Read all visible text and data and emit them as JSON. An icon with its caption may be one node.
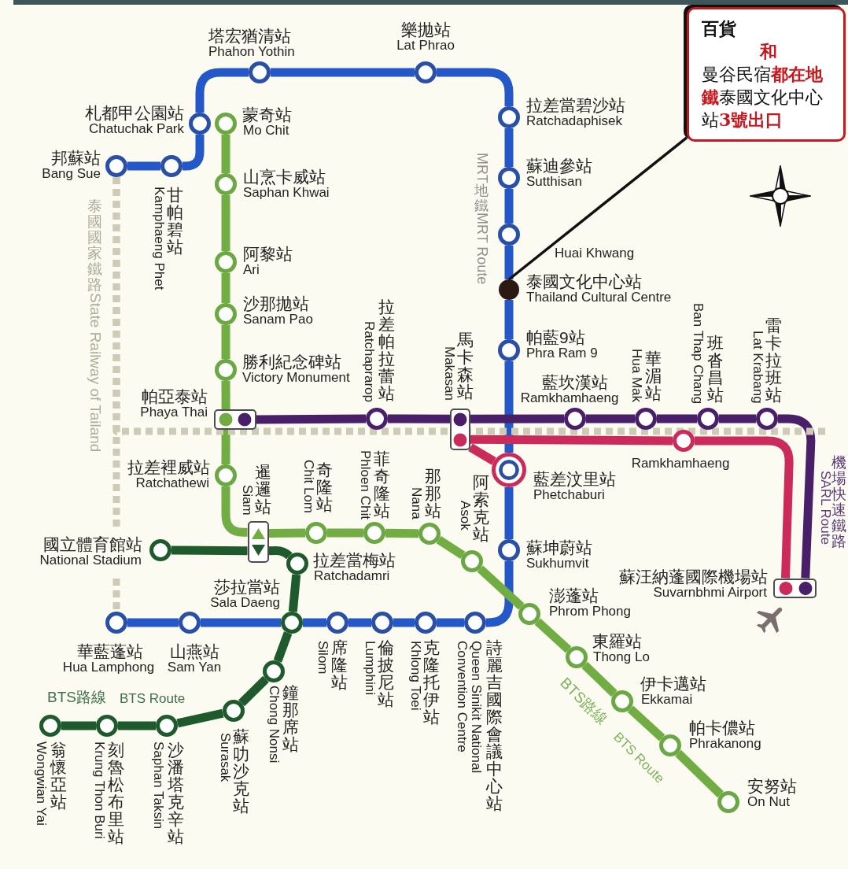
{
  "diagram": {
    "nodes": [
      {
        "text": [],
        "shape": "circle",
        "beside": [
          "邦蘇站",
          "Bang Sue"
        ]
      },
      {
        "text": [],
        "shape": "circle",
        "beside": [
          "甘帕碧站",
          "Kamphaeng Phet"
        ]
      },
      {
        "text": [],
        "shape": "circle",
        "beside": [
          "札都甲公園站",
          "Chatuchak Park"
        ]
      },
      {
        "text": [],
        "shape": "circle",
        "beside": [
          "塔宏猶清站",
          "Phahon Yothin"
        ]
      },
      {
        "text": [],
        "shape": "circle",
        "beside": [
          "樂拋站",
          "Lat Phrao"
        ]
      },
      {
        "text": [],
        "shape": "circle",
        "beside": [
          "拉差當碧沙站",
          "Ratchadaphisek"
        ]
      },
      {
        "text": [],
        "shape": "circle",
        "beside": [
          "蘇迪參站",
          "Sutthisan"
        ]
      },
      {
        "text": [],
        "shape": "circle",
        "beside": [
          "Huai Khwang"
        ]
      },
      {
        "text": [],
        "shape": "circle",
        "beside": [
          "泰國文化中心站",
          "Thailand Cultural Centre"
        ]
      },
      {
        "text": [],
        "shape": "circle",
        "beside": [
          "帕藍9站",
          "Phra Ram 9"
        ]
      },
      {
        "text": [],
        "shape": "circle",
        "beside": [
          "藍差汶里站",
          "Phetchaburi"
        ]
      },
      {
        "text": [],
        "shape": "circle",
        "beside": [
          "蘇坤蔚站",
          "Sukhumvit"
        ]
      },
      {
        "text": [],
        "shape": "circle",
        "beside": [
          "詩麗吉國際會議中心站",
          "Queen Sinikit National Convention Centre"
        ]
      },
      {
        "text": [],
        "shape": "circle",
        "beside": [
          "克隆托伊站",
          "Khlong Toei"
        ]
      },
      {
        "text": [],
        "shape": "circle",
        "beside": [
          "倫披尼站",
          "Lumphini"
        ]
      },
      {
        "text": [],
        "shape": "circle",
        "beside": [
          "席隆站",
          "Silom"
        ]
      },
      {
        "text": [],
        "shape": "circle",
        "beside": [
          "莎拉當站",
          "Sala Daeng"
        ]
      },
      {
        "text": [],
        "shape": "circle",
        "beside": [
          "山燕站",
          "Sam Yan"
        ]
      },
      {
        "text": [],
        "shape": "circle",
        "beside": [
          "華藍蓬站",
          "Hua Lamphong"
        ]
      },
      {
        "text": [],
        "shape": "circle",
        "beside": [
          "蒙奇站",
          "Mo Chit"
        ]
      },
      {
        "text": [],
        "shape": "circle",
        "beside": [
          "山烹卡威站",
          "Saphan Khwai"
        ]
      },
      {
        "text": [],
        "shape": "circle",
        "beside": [
          "阿黎站",
          "Ari"
        ]
      },
      {
        "text": [],
        "shape": "circle",
        "beside": [
          "沙那拋站",
          "Sanam Pao"
        ]
      },
      {
        "text": [],
        "shape": "circle",
        "beside": [
          "勝利紀念碑站",
          "Victory Monument"
        ]
      },
      {
        "text": [],
        "shape": "box",
        "beside": [
          "帕亞泰站",
          "Phaya Thai"
        ]
      },
      {
        "text": [],
        "shape": "circle",
        "beside": [
          "拉差裡威站",
          "Ratchathewi"
        ]
      },
      {
        "text": [],
        "shape": "box",
        "beside": [
          "暹邏站",
          "Siam"
        ]
      },
      {
        "text": [],
        "shape": "circle",
        "beside": [
          "奇隆站",
          "Chit Lom"
        ]
      },
      {
        "text": [],
        "shape": "circle",
        "beside": [
          "菲奇隆站",
          "Phloen Chit"
        ]
      },
      {
        "text": [],
        "shape": "circle",
        "beside": [
          "那那站",
          "Nana"
        ]
      },
      {
        "text": [],
        "shape": "circle",
        "beside": [
          "阿索克站",
          "Asok"
        ]
      },
      {
        "text": [],
        "shape": "circle",
        "beside": [
          "澎蓬站",
          "Phrom Phong"
        ]
      },
      {
        "text": [],
        "shape": "circle",
        "beside": [
          "東羅站",
          "Thong Lo"
        ]
      },
      {
        "text": [],
        "shape": "circle",
        "beside": [
          "伊卡邁站",
          "Ekkamai"
        ]
      },
      {
        "text": [],
        "shape": "circle",
        "beside": [
          "帕卡儂站",
          "Phrakanong"
        ]
      },
      {
        "text": [],
        "shape": "circle",
        "beside": [
          "安努站",
          "On Nut"
        ]
      },
      {
        "text": [],
        "shape": "circle",
        "beside": [
          "國立體育館站",
          "National Stadium"
        ]
      },
      {
        "text": [],
        "shape": "circle",
        "beside": [
          "拉差當梅站",
          "Ratchadamri"
        ]
      },
      {
        "text": [],
        "shape": "circle",
        "beside": [
          "鐘那席站",
          "Chong Nonsi"
        ]
      },
      {
        "text": [],
        "shape": "circle",
        "beside": [
          "蘇叻沙克站",
          "Surasak"
        ]
      },
      {
        "text": [],
        "shape": "circle",
        "beside": [
          "沙潘塔克辛站",
          "Saphan Taksin"
        ]
      },
      {
        "text": [],
        "shape": "circle",
        "beside": [
          "刻魯松布里站",
          "Krung Thon Buri"
        ]
      },
      {
        "text": [],
        "shape": "circle",
        "beside": [
          "翁懷亞站",
          "Wongwian Yai"
        ]
      },
      {
        "text": [],
        "shape": "circle",
        "beside": [
          "拉差帕拉蕾站",
          "Ratchaprarop"
        ]
      },
      {
        "text": [],
        "shape": "box",
        "beside": [
          "馬卡森站",
          "Makasan"
        ]
      },
      {
        "text": [],
        "shape": "circle",
        "beside": [
          "藍坎漢站",
          "Ramkhamhaeng"
        ]
      },
      {
        "text": [],
        "shape": "circle",
        "beside": [
          "華湄站",
          "Hua Mak"
        ]
      },
      {
        "text": [],
        "shape": "circle",
        "beside": [
          "班沓昌站",
          "Ban Thap Chang"
        ]
      },
      {
        "text": [],
        "shape": "circle",
        "beside": [
          "雷卡拉班站",
          "Lat Krabang"
        ]
      },
      {
        "text": [],
        "shape": "box",
        "beside": [
          "蘇汪納蓬國際機場站",
          "Suvarnbhmi Airport"
        ]
      },
      {
        "text": [],
        "shape": "circle",
        "beside": [
          "Ramkhamhaeng"
        ]
      },
      {
        "text": [
          "百貨",
          "和",
          "曼谷民宿**都在地鐵**泰國文化中心站**3號出口**"
        ]
      }
    ],
    "edges": [
      {
        "from": 0,
        "to": 1,
        "arrow": "none"
      },
      {
        "from": 1,
        "to": 2,
        "arrow": "none"
      },
      {
        "from": 2,
        "to": 3,
        "arrow": "none"
      },
      {
        "from": 3,
        "to": 4,
        "arrow": "none"
      },
      {
        "from": 4,
        "to": 5,
        "arrow": "none"
      },
      {
        "from": 5,
        "to": 6,
        "arrow": "none"
      },
      {
        "from": 6,
        "to": 7,
        "arrow": "none"
      },
      {
        "from": 7,
        "to": 8,
        "arrow": "none"
      },
      {
        "from": 8,
        "to": 9,
        "arrow": "none"
      },
      {
        "from": 9,
        "to": 10,
        "arrow": "none"
      },
      {
        "from": 10,
        "to": 11,
        "arrow": "none"
      },
      {
        "from": 11,
        "to": 12,
        "arrow": "none"
      },
      {
        "from": 12,
        "to": 13,
        "arrow": "none"
      },
      {
        "from": 13,
        "to": 14,
        "arrow": "none"
      },
      {
        "from": 14,
        "to": 15,
        "arrow": "none"
      },
      {
        "from": 15,
        "to": 16,
        "arrow": "none"
      },
      {
        "from": 16,
        "to": 17,
        "arrow": "none"
      },
      {
        "from": 17,
        "to": 18,
        "arrow": "none"
      },
      {
        "from": 19,
        "to": 20,
        "arrow": "none",
        "color": "#72ad43"
      },
      {
        "from": 20,
        "to": 21,
        "arrow": "none",
        "color": "#72ad43"
      },
      {
        "from": 21,
        "to": 22,
        "arrow": "none",
        "color": "#72ad43"
      },
      {
        "from": 22,
        "to": 23,
        "arrow": "none",
        "color": "#72ad43"
      },
      {
        "from": 23,
        "to": 24,
        "arrow": "none",
        "color": "#72ad43"
      },
      {
        "from": 24,
        "to": 25,
        "arrow": "none",
        "color": "#72ad43"
      },
      {
        "from": 25,
        "to": 26,
        "arrow": "none",
        "color": "#72ad43"
      },
      {
        "from": 26,
        "to": 27,
        "arrow": "none",
        "color": "#72ad43"
      },
      {
        "from": 27,
        "to": 28,
        "arrow": "none",
        "color": "#72ad43"
      },
      {
        "from": 28,
        "to": 29,
        "arrow": "none",
        "color": "#72ad43"
      },
      {
        "from": 29,
        "to": 30,
        "arrow": "none",
        "color": "#72ad43"
      },
      {
        "from": 30,
        "to": 31,
        "arrow": "none",
        "color": "#72ad43"
      },
      {
        "from": 31,
        "to": 32,
        "arrow": "none",
        "color": "#72ad43"
      },
      {
        "from": 32,
        "to": 33,
        "arrow": "none",
        "color": "#72ad43"
      },
      {
        "from": 33,
        "to": 34,
        "arrow": "none",
        "color": "#72ad43"
      },
      {
        "from": 34,
        "to": 35,
        "arrow": "none",
        "color": "#72ad43"
      },
      {
        "from": 36,
        "to": 26,
        "arrow": "none",
        "color": "#1f5a2d"
      },
      {
        "from": 26,
        "to": 37,
        "arrow": "none",
        "color": "#1f5a2d"
      },
      {
        "from": 37,
        "to": 16,
        "arrow": "none",
        "color": "#1f5a2d"
      },
      {
        "from": 16,
        "to": 38,
        "arrow": "none",
        "color": "#1f5a2d"
      },
      {
        "from": 38,
        "to": 39,
        "arrow": "none",
        "color": "#1f5a2d"
      },
      {
        "from": 39,
        "to": 40,
        "arrow": "none",
        "color": "#1f5a2d"
      },
      {
        "from": 40,
        "to": 41,
        "arrow": "none",
        "color": "#1f5a2d"
      },
      {
        "from": 41,
        "to": 42,
        "arrow": "none",
        "color": "#1f5a2d"
      },
      {
        "from": 24,
        "to": 43,
        "arrow": "none",
        "color": "#4a1f6a"
      },
      {
        "from": 43,
        "to": 44,
        "arrow": "none",
        "color": "#4a1f6a"
      },
      {
        "from": 44,
        "to": 45,
        "arrow": "none",
        "color": "#4a1f6a"
      },
      {
        "from": 45,
        "to": 46,
        "arrow": "none",
        "color": "#4a1f6a"
      },
      {
        "from": 46,
        "to": 47,
        "arrow": "none",
        "color": "#4a1f6a"
      },
      {
        "from": 47,
        "to": 48,
        "arrow": "none",
        "color": "#4a1f6a"
      },
      {
        "from": 48,
        "to": 49,
        "arrow": "none",
        "color": "#4a1f6a"
      },
      {
        "from": 44,
        "to": 50,
        "arrow": "none",
        "color": "#cc2a5b"
      },
      {
        "from": 50,
        "to": 49,
        "arrow": "none",
        "color": "#cc2a5b"
      },
      {
        "from": 44,
        "to": 10,
        "arrow": "none",
        "color": "#cc2a5b"
      },
      {
        "from": 0,
        "to": 18,
        "arrow": "none",
        "style": "dashed",
        "color": "#cdcbb5"
      },
      {
        "from": 0,
        "to": null,
        "arrow": "none",
        "style": "dashed",
        "color": "#cdcbb5"
      },
      {
        "from": 51,
        "to": 8,
        "arrow": "none",
        "color": "#111111"
      }
    ],
    "labels": [
      "MRT地鐵 MRT Route",
      "泰國國家鐵路 State Railway of Tailand",
      "機場快速鐵路",
      "SARL Route",
      "BTS路線",
      "BTS Route",
      "BTS路線",
      "BTS Route"
    ]
  }
}
